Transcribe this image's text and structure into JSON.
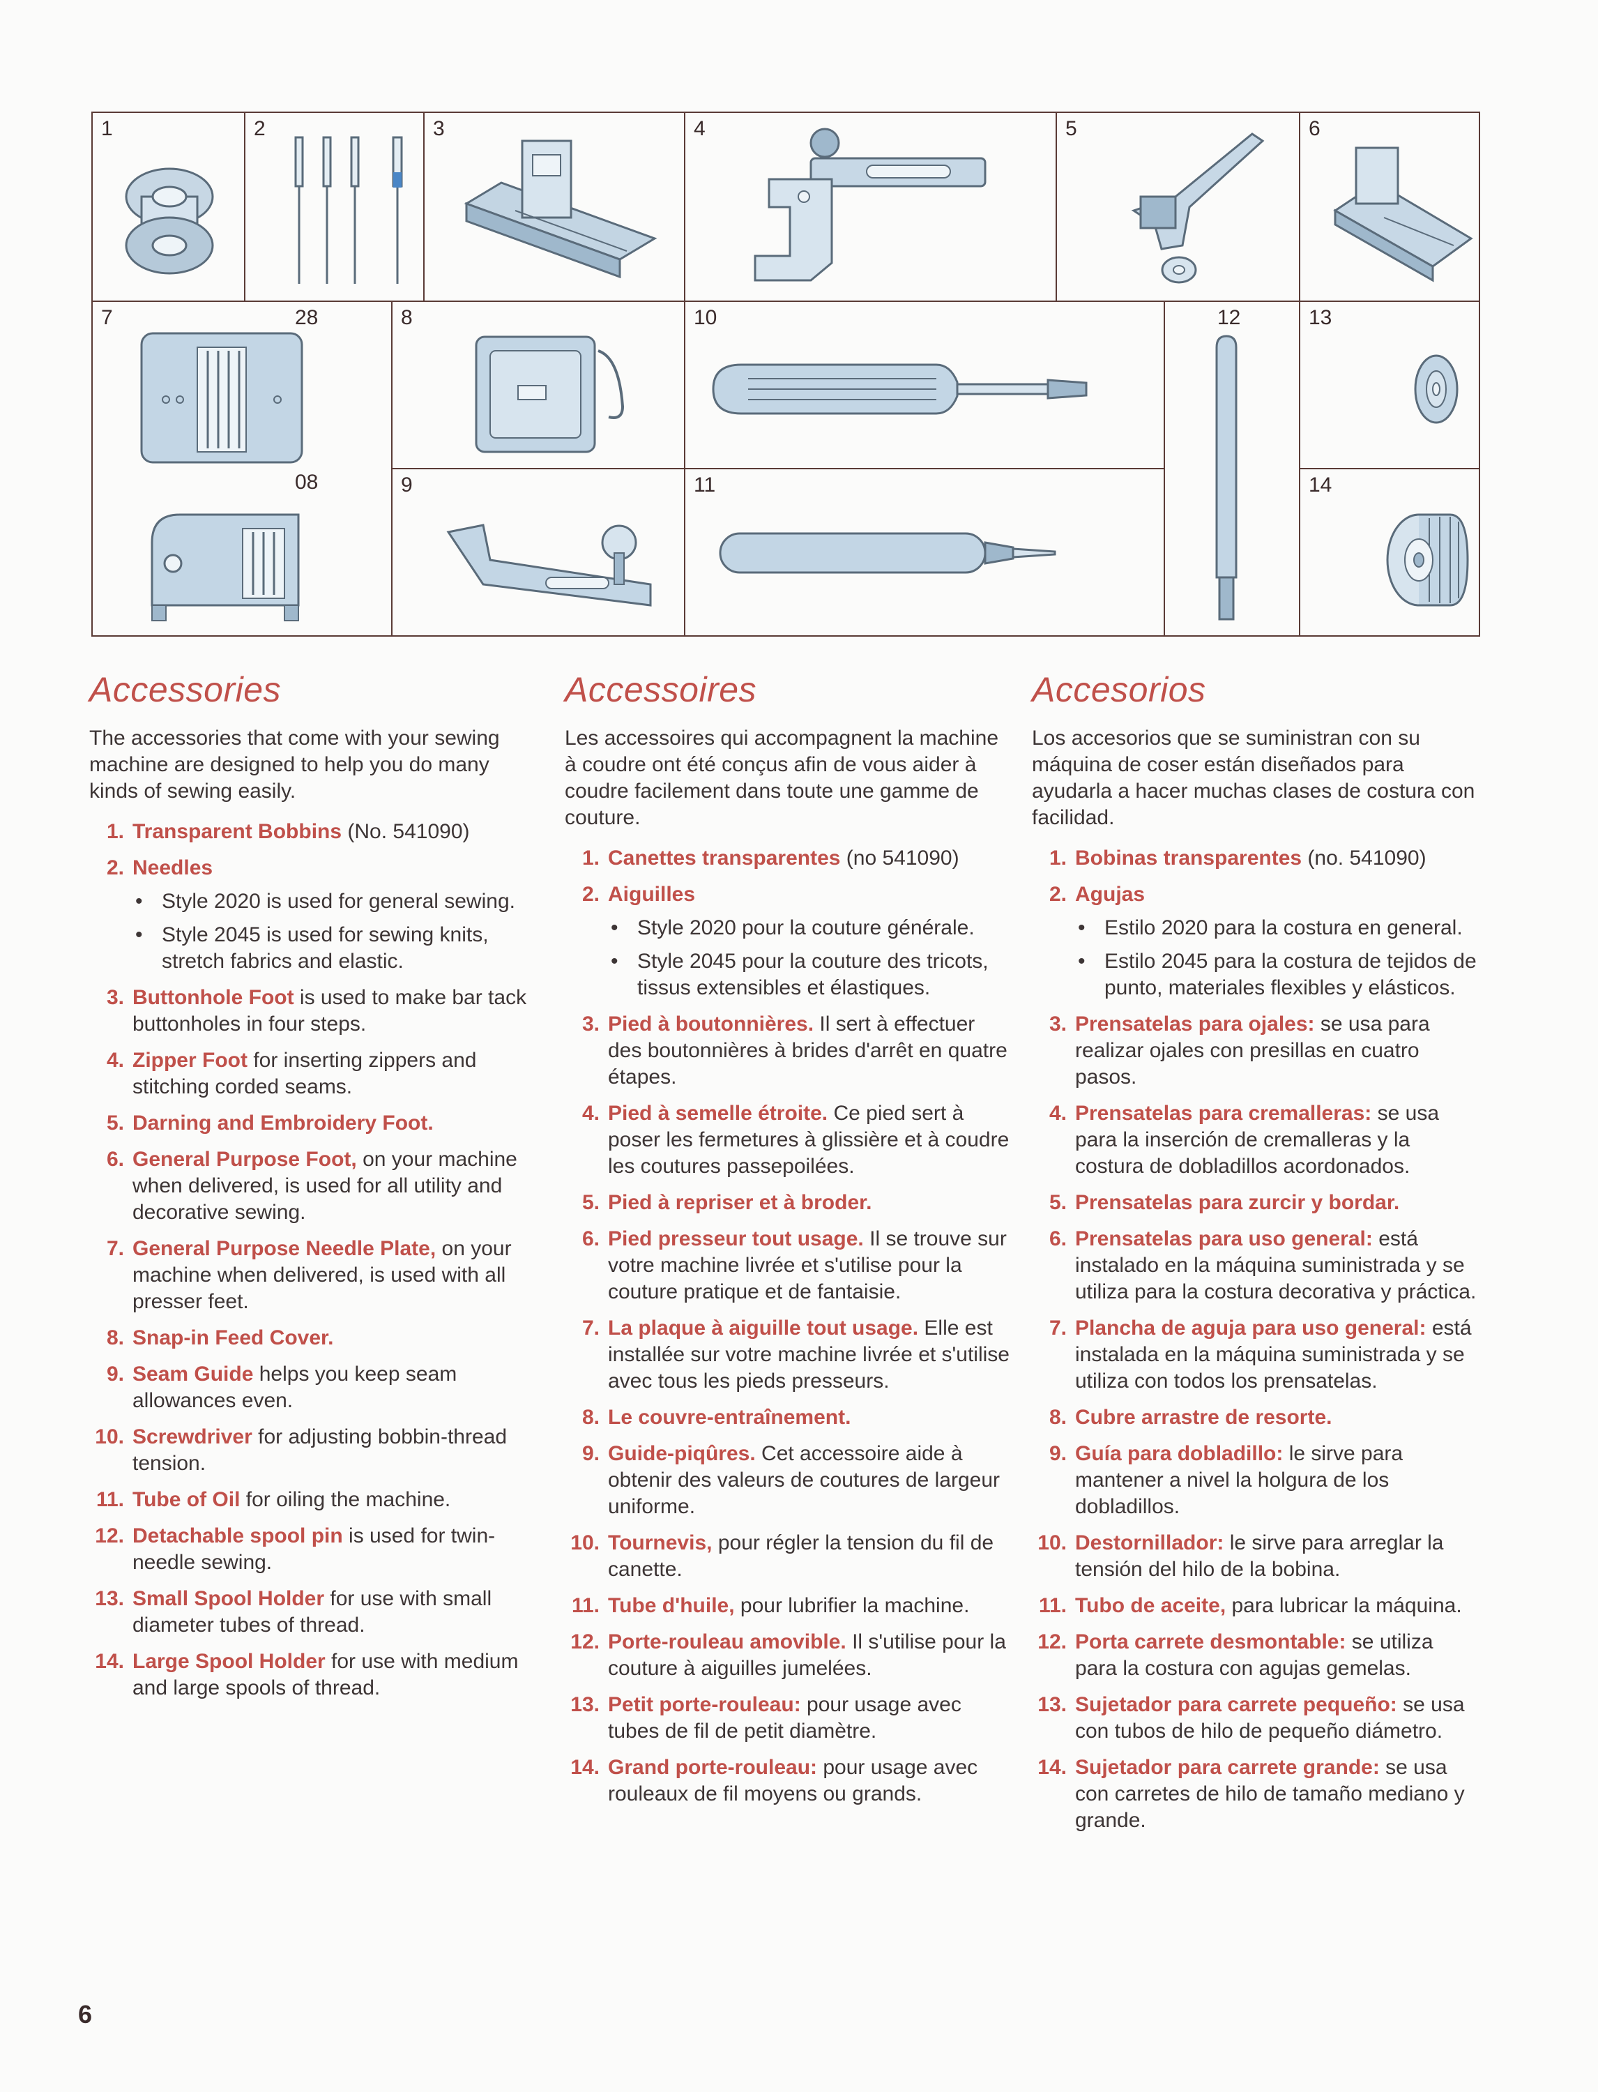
{
  "page_number": "6",
  "figure_labels": {
    "l1": "1",
    "l2": "2",
    "l3": "3",
    "l4": "4",
    "l5": "5",
    "l6": "6",
    "l7": "7",
    "l28": "28",
    "l8": "8",
    "l10": "10",
    "l12": "12",
    "l13": "13",
    "l08": "08",
    "l9": "9",
    "l11": "11",
    "l14": "14"
  },
  "english": {
    "heading": "Accessories",
    "intro": "The accessories that come with your sewing machine are designed to help you do many kinds of sewing easily.",
    "items": [
      {
        "num": "1.",
        "title": "Transparent Bobbins",
        "text": " (No. 541090)"
      },
      {
        "num": "2.",
        "title": "Needles",
        "text": "",
        "bullets": [
          "Style 2020 is used for general sewing.",
          "Style 2045 is used for sewing knits, stretch fabrics and elastic."
        ]
      },
      {
        "num": "3.",
        "title": "Buttonhole Foot",
        "text": " is used to make bar tack buttonholes in four steps."
      },
      {
        "num": "4.",
        "title": "Zipper Foot",
        "text": " for inserting zippers and stitching corded seams."
      },
      {
        "num": "5.",
        "title": "Darning and Embroidery Foot.",
        "text": ""
      },
      {
        "num": "6.",
        "title": "General Purpose Foot,",
        "text": " on your machine when delivered, is used for all utility and decorative sewing."
      },
      {
        "num": "7.",
        "title": "General Purpose Needle Plate,",
        "text": " on your machine when delivered, is used with all presser feet."
      },
      {
        "num": "8.",
        "title": "Snap-in Feed Cover.",
        "text": ""
      },
      {
        "num": "9.",
        "title": "Seam Guide",
        "text": " helps you keep seam allowances even."
      },
      {
        "num": "10.",
        "title": "Screwdriver",
        "text": " for adjusting bobbin-thread tension."
      },
      {
        "num": "11.",
        "title": "Tube of Oil",
        "text": " for oiling the machine."
      },
      {
        "num": "12.",
        "title": "Detachable spool pin",
        "text": " is used for twin-needle sewing."
      },
      {
        "num": "13.",
        "title": "Small Spool Holder",
        "text": " for use with small diameter tubes of thread."
      },
      {
        "num": "14.",
        "title": "Large Spool Holder",
        "text": " for use with medium and large spools of thread."
      }
    ]
  },
  "french": {
    "heading": "Accessoires",
    "intro": "Les accessoires qui accompagnent la machine à coudre ont été conçus afin de vous aider à coudre facilement dans toute une gamme de couture.",
    "items": [
      {
        "num": "1.",
        "title": "Canettes transparentes",
        "text": " (no 541090)"
      },
      {
        "num": "2.",
        "title": "Aiguilles",
        "text": "",
        "bullets": [
          "Style 2020 pour la couture générale.",
          "Style 2045 pour la couture des tricots, tissus extensibles et élastiques."
        ]
      },
      {
        "num": "3.",
        "title": "Pied à boutonnières.",
        "text": " Il sert à effectuer des boutonnières à brides d'arrêt en quatre étapes."
      },
      {
        "num": "4.",
        "title": "Pied à semelle étroite.",
        "text": " Ce pied sert à poser les fermetures à glissière et à coudre les coutures passepoilées."
      },
      {
        "num": "5.",
        "title": "Pied à repriser et à broder.",
        "text": ""
      },
      {
        "num": "6.",
        "title": "Pied presseur tout usage.",
        "text": " Il se trouve sur votre machine livrée et s'utilise pour la couture pratique et de fantaisie."
      },
      {
        "num": "7.",
        "title": "La plaque à aiguille tout usage.",
        "text": " Elle est installée sur votre machine livrée et s'utilise avec tous les pieds presseurs."
      },
      {
        "num": "8.",
        "title": "Le couvre-entraînement.",
        "text": ""
      },
      {
        "num": "9.",
        "title": "Guide-piqûres.",
        "text": " Cet accessoire aide à obtenir des valeurs de coutures de largeur uniforme."
      },
      {
        "num": "10.",
        "title": "Tournevis,",
        "text": " pour régler la tension du fil de canette."
      },
      {
        "num": "11.",
        "title": "Tube d'huile,",
        "text": " pour lubrifier la machine."
      },
      {
        "num": "12.",
        "title": "Porte-rouleau amovible.",
        "text": " Il s'utilise pour la couture à aiguilles jumelées."
      },
      {
        "num": "13.",
        "title": "Petit porte-rouleau:",
        "text": " pour usage avec tubes de fil de petit diamètre."
      },
      {
        "num": "14.",
        "title": "Grand porte-rouleau:",
        "text": " pour usage avec rouleaux de fil moyens ou grands."
      }
    ]
  },
  "spanish": {
    "heading": "Accesorios",
    "intro": "Los accesorios que se suministran con su máquina de coser están diseñados para ayudarla a hacer muchas clases de costura con facilidad.",
    "items": [
      {
        "num": "1.",
        "title": "Bobinas transparentes",
        "text": " (no. 541090)"
      },
      {
        "num": "2.",
        "title": "Agujas",
        "text": "",
        "bullets": [
          "Estilo 2020 para la costura en general.",
          "Estilo 2045 para la costura de tejidos de punto, materiales flexibles y elásticos."
        ]
      },
      {
        "num": "3.",
        "title": "Prensatelas para ojales:",
        "text": " se usa para realizar ojales con presillas en cuatro pasos."
      },
      {
        "num": "4.",
        "title": "Prensatelas para cremalleras:",
        "text": " se usa para la inserción de cremalleras y la costura de dobladillos acordonados."
      },
      {
        "num": "5.",
        "title": "Prensatelas para zurcir y bordar.",
        "text": ""
      },
      {
        "num": "6.",
        "title": "Prensatelas para uso general:",
        "text": " está instalado en la máquina suministrada y se utiliza para la costura decorativa y práctica."
      },
      {
        "num": "7.",
        "title": "Plancha de aguja para uso general:",
        "text": " está instalada en la máquina suministrada y se utiliza con todos los prensatelas."
      },
      {
        "num": "8.",
        "title": "Cubre arrastre de resorte.",
        "text": ""
      },
      {
        "num": "9.",
        "title": "Guía para dobladillo:",
        "text": " le sirve para mantener a nivel la holgura de los dobladillos."
      },
      {
        "num": "10.",
        "title": "Destornillador:",
        "text": " le sirve para arreglar la tensión del hilo de la bobina."
      },
      {
        "num": "11.",
        "title": "Tubo de aceite,",
        "text": " para lubricar la máquina."
      },
      {
        "num": "12.",
        "title": "Porta carrete desmontable:",
        "text": " se utiliza para la costura con agujas gemelas."
      },
      {
        "num": "13.",
        "title": "Sujetador para carrete pequeño:",
        "text": " se usa con tubos de hilo de pequeño diámetro."
      },
      {
        "num": "14.",
        "title": "Sujetador para carrete grande:",
        "text": " se usa con carretes de hilo de tamaño mediano y grande."
      }
    ]
  }
}
